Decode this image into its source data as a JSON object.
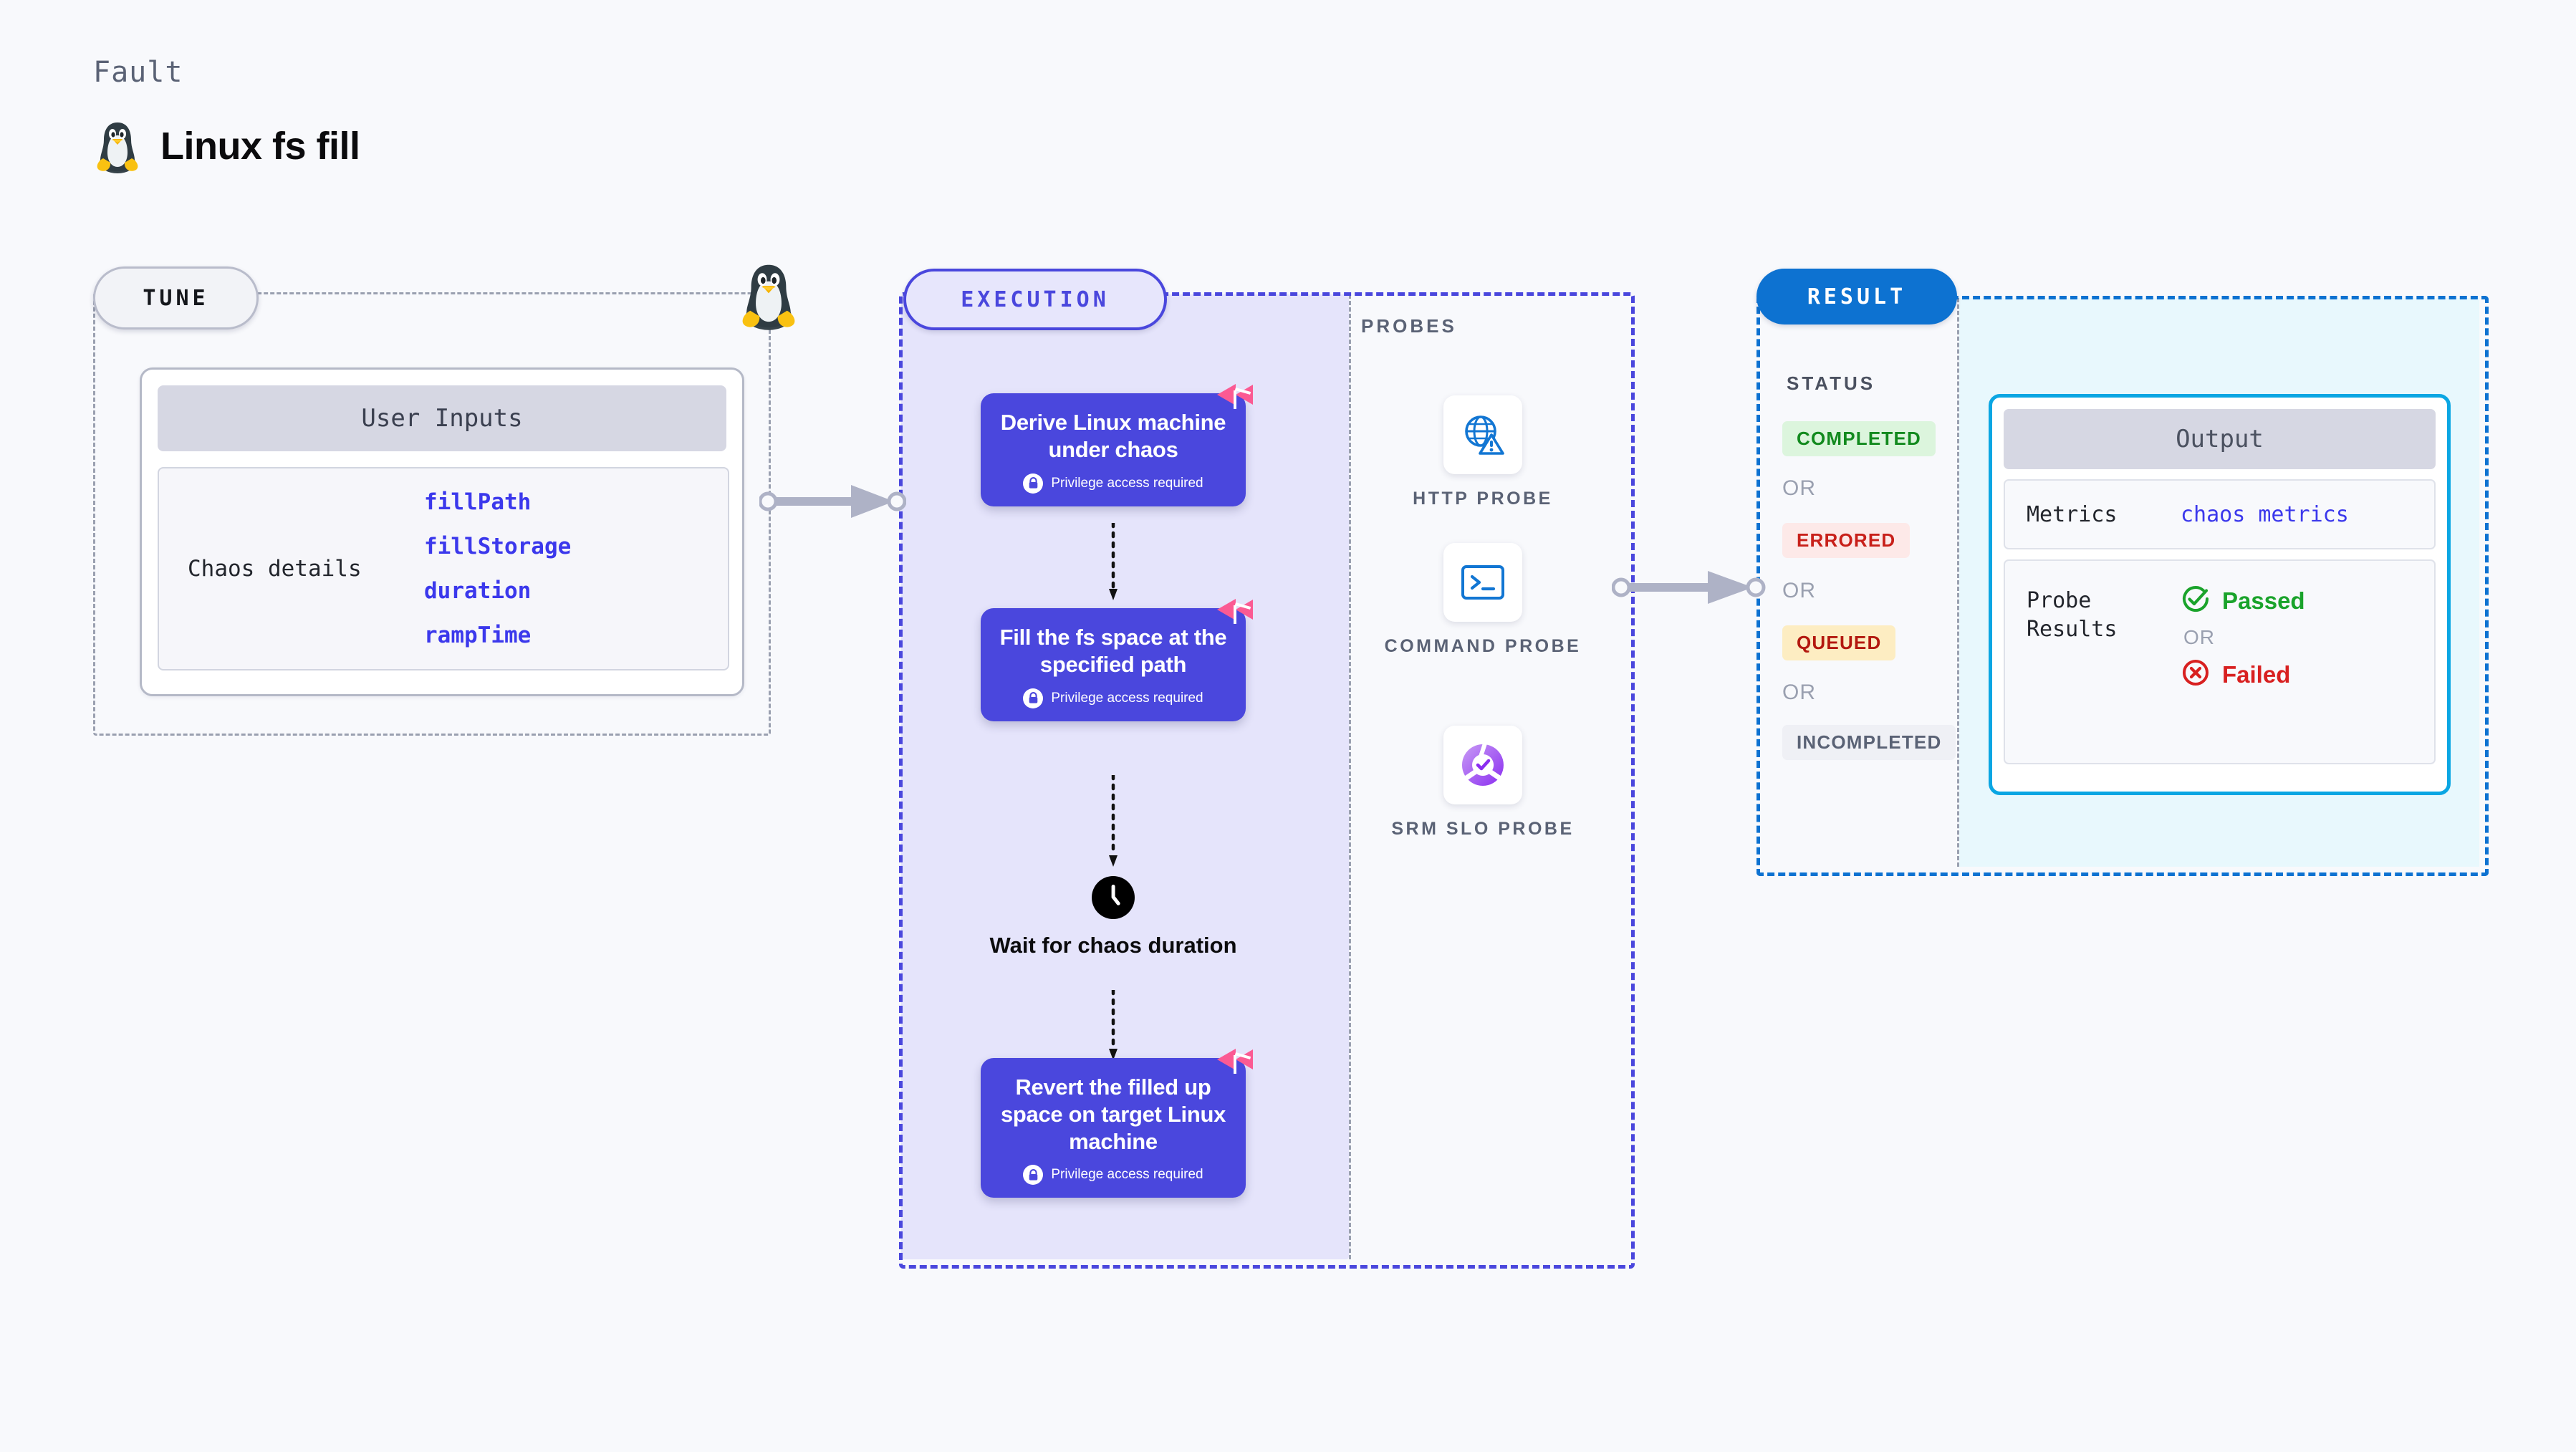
{
  "header": {
    "eyebrow": "Fault",
    "title": "Linux fs fill",
    "icon": "tux-penguin-icon"
  },
  "tune": {
    "pill_label": "TUNE",
    "card_header": "User Inputs",
    "details_label": "Chaos details",
    "params": [
      {
        "name": "fillPath"
      },
      {
        "name": "fillStorage"
      },
      {
        "name": "duration"
      },
      {
        "name": "rampTime"
      }
    ],
    "marker_icon": "tux-penguin-icon"
  },
  "execution": {
    "pill_label": "EXECUTION",
    "steps": [
      {
        "title": "Derive Linux machine under chaos",
        "privilege": "Privilege access required",
        "flag_icon": "chaos-flag-icon",
        "lock_icon": "lock-icon"
      },
      {
        "title": "Fill the fs space at the specified path",
        "privilege": "Privilege access required",
        "flag_icon": "chaos-flag-icon",
        "lock_icon": "lock-icon"
      },
      {
        "title": "Revert the filled up space on target Linux machine",
        "privilege": "Privilege access required",
        "flag_icon": "chaos-flag-icon",
        "lock_icon": "lock-icon"
      }
    ],
    "wait_node": {
      "label": "Wait for chaos duration",
      "icon": "clock-icon"
    }
  },
  "probes": {
    "section_label": "PROBES",
    "items": [
      {
        "label": "HTTP PROBE",
        "icon": "globe-warning-icon"
      },
      {
        "label": "COMMAND PROBE",
        "icon": "terminal-icon"
      },
      {
        "label": "SRM SLO PROBE",
        "icon": "slo-donut-check-icon"
      }
    ]
  },
  "result": {
    "pill_label": "RESULT",
    "status_label": "STATUS",
    "or_text": "OR",
    "statuses": [
      {
        "label": "COMPLETED",
        "bg": "#dcf5dd",
        "color": "#128a1e"
      },
      {
        "label": "ERRORED",
        "bg": "#fde9e8",
        "color": "#c8201a"
      },
      {
        "label": "QUEUED",
        "bg": "#fdedc2",
        "color": "#b3180f"
      },
      {
        "label": "INCOMPLETED",
        "bg": "#eff0f5",
        "color": "#5a6275"
      }
    ],
    "output": {
      "header": "Output",
      "metrics_key": "Metrics",
      "metrics_value": "chaos metrics",
      "probe_results_key": "Probe Results",
      "passed_label": "Passed",
      "failed_label": "Failed",
      "or_text": "OR",
      "passed_icon": "check-circle-icon",
      "failed_icon": "x-circle-icon"
    }
  },
  "connectors": [
    {
      "name": "tune-to-execution"
    },
    {
      "name": "execution-to-result"
    }
  ],
  "colors": {
    "page_bg": "#f8f9fc",
    "accent_purple": "#4a47dd",
    "execution_bg": "#e5e4fb",
    "result_blue": "#0d72d1",
    "output_cyan": "#0aa6e3",
    "output_bg": "#e8f8fd",
    "flag_pink": "#fb5a93",
    "param_blue": "#3b38ec",
    "passed_green": "#1aa32b",
    "failed_red": "#d82020"
  }
}
